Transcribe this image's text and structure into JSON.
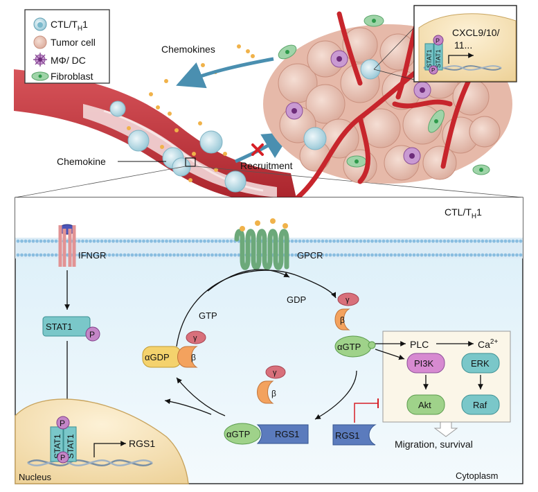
{
  "legend": {
    "items": [
      {
        "label": "CTL/T",
        "sub": "H",
        "suffix": "1"
      },
      {
        "label": "Tumor cell"
      },
      {
        "label": "MΦ/ DC"
      },
      {
        "label": "Fibroblast"
      }
    ]
  },
  "top_labels": {
    "chemokines": "Chemokines",
    "chemokine": "Chemokine",
    "recruitment": "Recruitment"
  },
  "inset": {
    "gene_label_1": "CXCL9/10/",
    "gene_label_2": "11...",
    "stat_left": "STAT1",
    "stat_right": "STAT1",
    "p": "P"
  },
  "cell_panel": {
    "title": "CTL/T",
    "title_sub": "H",
    "title_suffix": "1",
    "ifngr": "IFNGR",
    "gpcr": "GPCR",
    "stat1": "STAT1",
    "p": "P",
    "gtp": "GTP",
    "gdp": "GDP",
    "gamma": "γ",
    "beta": "β",
    "agdp": "αGDP",
    "agtp": "αGTP",
    "agtp2": "αGTP",
    "rgs1_bound": "RGS1",
    "rgs1_free": "RGS1",
    "plc": "PLC",
    "ca": "Ca",
    "ca_sup": "2+",
    "pi3k": "PI3K",
    "erk": "ERK",
    "akt": "Akt",
    "raf": "Raf",
    "migration": "Migration, survival",
    "nucleus": "Nucleus",
    "cytoplasm": "Cytoplasm",
    "rgs1_gene": "RGS1",
    "nuc_stat_left": "STAT1",
    "nuc_stat_right": "STAT1"
  }
}
